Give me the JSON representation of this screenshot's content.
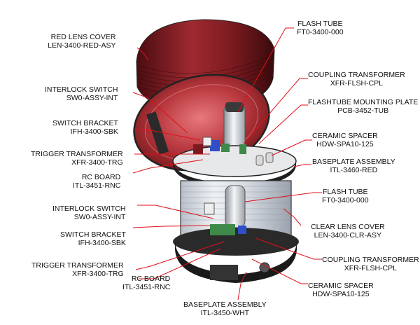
{
  "colors": {
    "leader": "#e0101a",
    "red_lens": "#b8383e",
    "red_lens_dark": "#6e1418",
    "clear_lens": "#d6dbe2",
    "base": "#2a2a2a",
    "board_green": "#3f8a4a",
    "part_blue": "#2f4fc8"
  },
  "labels": [
    {
      "id": "red-lens-cover",
      "name": "RED LENS COVER",
      "part": "LEN-3400-RED-ASY"
    },
    {
      "id": "interlock-switch-top",
      "name": "INTERLOCK SWITCH",
      "part": "SW0-ASSY-INT"
    },
    {
      "id": "switch-bracket-top",
      "name": "SWITCH BRACKET",
      "part": "IFH-3400-SBK"
    },
    {
      "id": "trigger-transformer-top",
      "name": "TRIGGER TRANSFORMER",
      "part": "XFR-3400-TRG"
    },
    {
      "id": "rc-board-top",
      "name": "RC BOARD",
      "part": "ITL-3451-RNC"
    },
    {
      "id": "interlock-switch-bottom",
      "name": "INTERLOCK  SWITCH",
      "part": "SW0-ASSY-INT"
    },
    {
      "id": "switch-bracket-bottom",
      "name": "SWITCH BRACKET",
      "part": "IFH-3400-SBK"
    },
    {
      "id": "trigger-transformer-bottom",
      "name": "TRIGGER TRANSFORMER",
      "part": "XFR-3400-TRG"
    },
    {
      "id": "rc-board-bottom",
      "name": "RC BOARD",
      "part": "ITL-3451-RNC"
    },
    {
      "id": "baseplate-assembly-bottom",
      "name": "BASEPLATE ASSEMBLY",
      "part": "ITL-3450-WHT"
    },
    {
      "id": "flash-tube-top",
      "name": "FLASH TUBE",
      "part": "FT0-3400-000"
    },
    {
      "id": "coupling-transformer-top",
      "name": "COUPLING TRANSFORMER",
      "part": "XFR-FLSH-CPL"
    },
    {
      "id": "flashtube-mounting-plate",
      "name": "FLASHTUBE MOUNTING PLATE",
      "part": "PCB-3452-TUB"
    },
    {
      "id": "ceramic-spacer-top",
      "name": "CERAMIC SPACER",
      "part": "HDW-SPA10-125"
    },
    {
      "id": "baseplate-assembly-top",
      "name": "BASEPLATE ASSEMBLY",
      "part": "ITL-3460-RED"
    },
    {
      "id": "flash-tube-bottom",
      "name": "FLASH TUBE",
      "part": "FT0-3400-000"
    },
    {
      "id": "clear-lens-cover",
      "name": "CLEAR LENS COVER",
      "part": "LEN-3400-CLR-ASY"
    },
    {
      "id": "coupling-transformer-bottom",
      "name": "COUPLING TRANSFORMER",
      "part": "XFR-FLSH-CPL"
    },
    {
      "id": "ceramic-spacer-bottom",
      "name": "CERAMIC SPACER",
      "part": "HDW-SPA10-125"
    }
  ]
}
